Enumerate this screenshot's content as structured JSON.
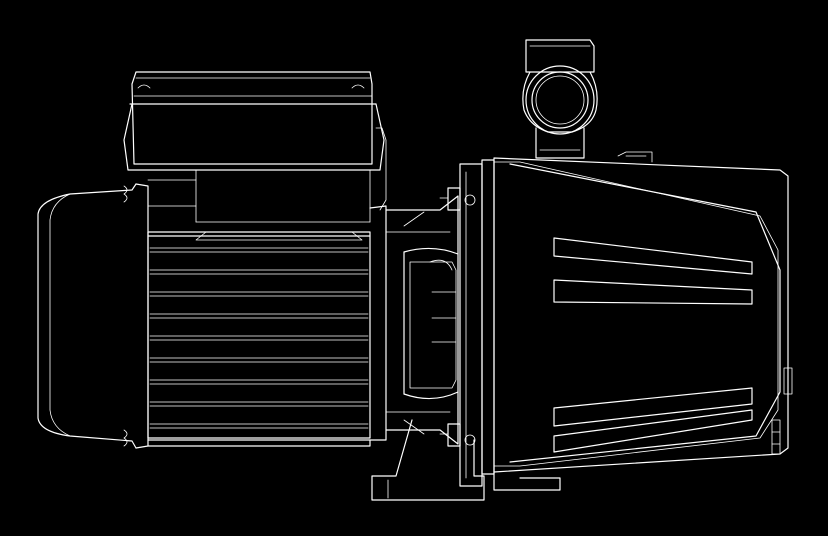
{
  "drawing": {
    "background_color": "#000000",
    "line_color": "#ffffff",
    "components": [
      "motor-fan-cover",
      "motor-body-cooling-fins",
      "terminal-box",
      "motor-pump-adapter",
      "pump-housing",
      "discharge-port",
      "mounting-foot"
    ]
  }
}
